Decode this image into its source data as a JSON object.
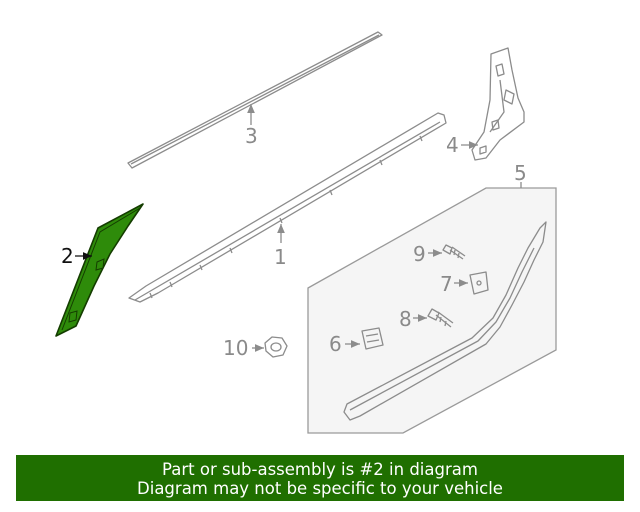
{
  "callouts": {
    "c1": "1",
    "c2": "2",
    "c3": "3",
    "c4": "4",
    "c5": "5",
    "c6": "6",
    "c7": "7",
    "c8": "8",
    "c9": "9",
    "c10": "10"
  },
  "highlight": {
    "part": "2",
    "color": "#1f6f00"
  },
  "banner": {
    "line1": "Part or sub-assembly is #2 in diagram",
    "line2": "Diagram may not be specific to your vehicle",
    "background": "#1f6f00"
  }
}
